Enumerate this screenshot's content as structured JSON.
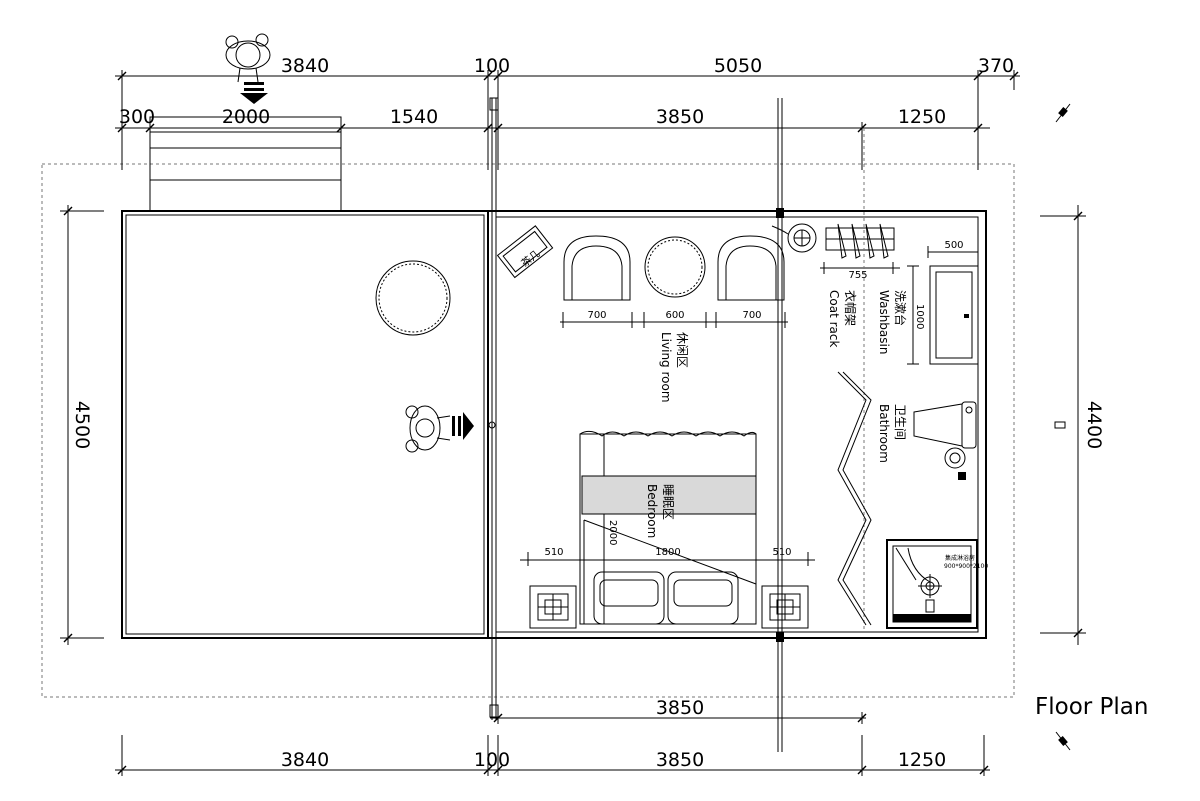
{
  "title": "Floor Plan",
  "dimensions": {
    "top_outer": [
      "3840",
      "100",
      "5050",
      "370"
    ],
    "top_inner": [
      "300",
      "2000",
      "1540",
      "3850",
      "1250"
    ],
    "bottom_inner": "3850",
    "bottom_outer": [
      "3840",
      "100",
      "3850",
      "1250"
    ],
    "left_height": "4500",
    "right_height": "4400",
    "chairs": [
      "700",
      "600",
      "700"
    ],
    "bedside": [
      "510",
      "1800",
      "510"
    ],
    "bed_length": "2000",
    "coat_rack_width": "755",
    "washbasin_width": "500",
    "washbasin_length": "1000"
  },
  "rooms": {
    "living_cn": "休闲区",
    "living_en": "Living room",
    "bedroom_cn": "睡眠区",
    "bedroom_en": "Bedroom",
    "coat_rack_cn": "衣帽架",
    "coat_rack_en": "Coat rack",
    "washbasin_cn": "洗漱台",
    "washbasin_en": "Washbasin",
    "bathroom_cn": "卫生间",
    "bathroom_en": "Bathroom",
    "table_label": "茶几",
    "shower_label": "集成淋浴房",
    "shower_size": "900*900*2100"
  }
}
